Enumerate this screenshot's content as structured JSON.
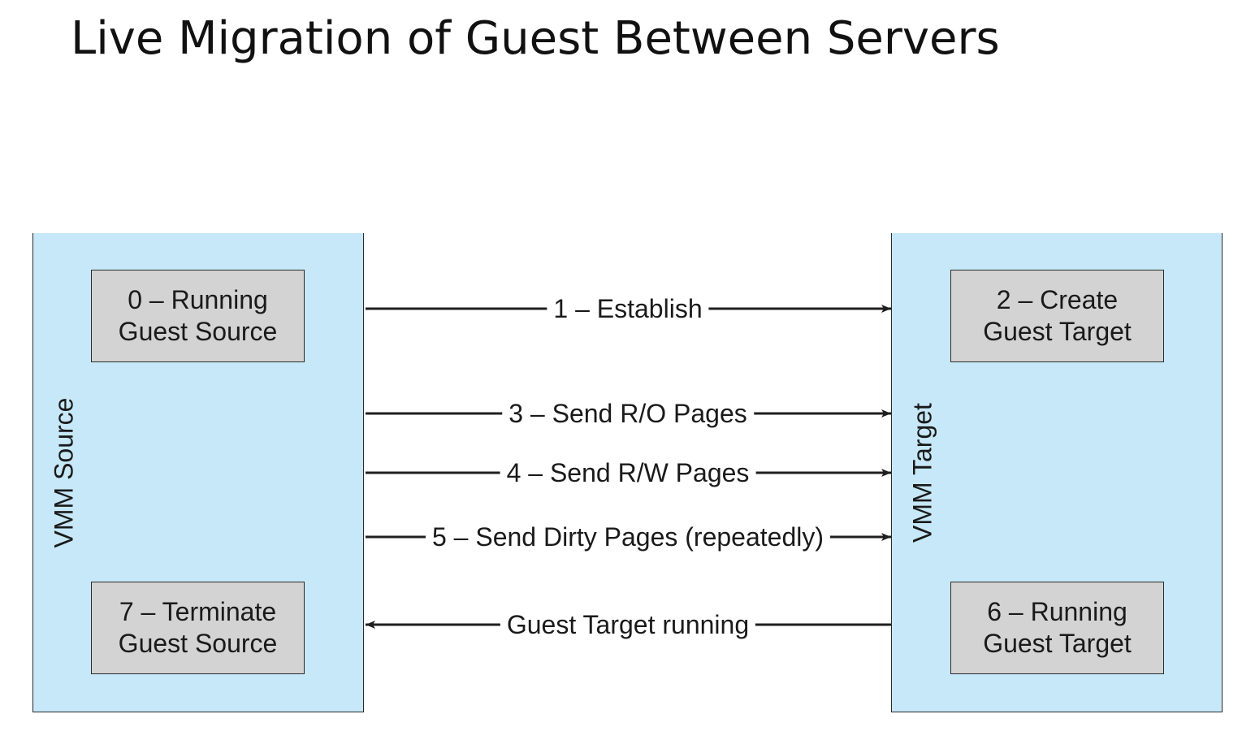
{
  "title": "Live Migration of Guest Between Servers",
  "source_vmm": {
    "label": "VMM Source",
    "boxes": [
      "0 – Running\nGuest Source",
      "7 – Terminate\nGuest Source"
    ]
  },
  "target_vmm": {
    "label": "VMM Target",
    "boxes": [
      "2 – Create\nGuest Target",
      "6 – Running\nGuest Target"
    ]
  },
  "arrows": [
    {
      "label": "1 – Establish",
      "direction": "to-target"
    },
    {
      "label": "3 – Send R/O Pages",
      "direction": "to-target"
    },
    {
      "label": "4 – Send R/W Pages",
      "direction": "to-target"
    },
    {
      "label": "5 – Send Dirty Pages (repeatedly)",
      "direction": "to-target"
    },
    {
      "label": "Guest Target running",
      "direction": "to-source"
    }
  ],
  "colors": {
    "panel": "#c6e8f8",
    "box": "#d3d3d3",
    "line": "#1f1f1f"
  }
}
